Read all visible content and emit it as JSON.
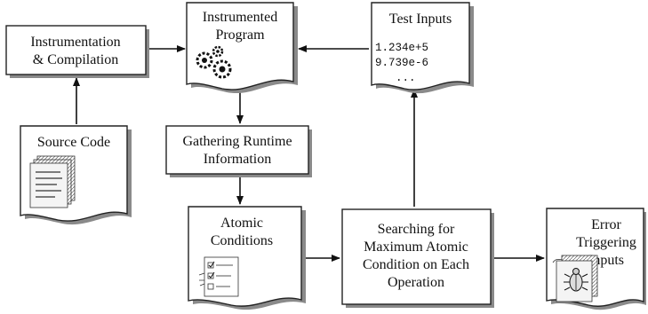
{
  "nodes": {
    "instrumentation": {
      "line1": "Instrumentation",
      "line2": "& Compilation"
    },
    "instrumented_program": {
      "line1": "Instrumented",
      "line2": "Program"
    },
    "test_inputs": {
      "title": "Test Inputs",
      "values": [
        "1.234e+5",
        "9.739e-6",
        "..."
      ]
    },
    "source_code": {
      "label": "Source Code"
    },
    "gathering": {
      "line1": "Gathering Runtime",
      "line2": "Information"
    },
    "atomic_conditions": {
      "line1": "Atomic",
      "line2": "Conditions"
    },
    "searching": {
      "line1": "Searching for",
      "line2": "Maximum Atomic",
      "line3": "Condition on Each",
      "line4": "Operation"
    },
    "error_inputs": {
      "line1": "Error",
      "line2": "Triggering",
      "line3": "Inputs"
    }
  },
  "icons": [
    "gears-icon",
    "document-stack-icon",
    "checklist-icon",
    "bug-document-icon"
  ],
  "colors": {
    "stroke": "#222222",
    "shadow": "#8a8a8a",
    "fill": "#ffffff"
  }
}
